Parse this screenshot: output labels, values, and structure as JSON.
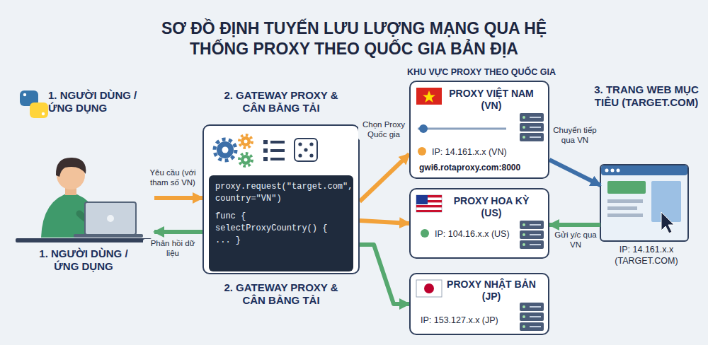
{
  "diagram": {
    "title": "SƠ ĐỒ ĐỊNH TUYẾN LƯU LƯỢNG MẠNG QUA HỆ THỐNG PROXY THEO QUỐC GIA BẢN ĐỊA",
    "nodes": [
      {
        "text": [
          "1. NGƯỜI DÙNG / ỨNG DỤNG",
          "1. NGƯỜI DÙNG / ỨNG DỤNG"
        ]
      },
      {
        "text": [
          "2. GATEWAY PROXY & CÂN BẰNG TẢI",
          "proxy.request(\"target.com\", country=\"VN\")",
          "func { selectProxyCountry() { ... }",
          "2. GATEWAY PROXY & CÂN BẰNG TẢI"
        ]
      },
      {
        "text": [
          "PROXY VIỆT NAM (VN)",
          "IP: 14.161.x.x (VN)",
          "gwi6.rotaproxy.com:8000"
        ]
      },
      {
        "text": [
          "PROXY HOA KỲ (US)",
          "IP: 104.16.x.x (US)"
        ]
      },
      {
        "text": [
          "PROXY NHẬT BẢN (JP)",
          "IP: 153.127.x.x (JP)"
        ]
      },
      {
        "text": [
          "3. TRANG WEB MỤC TIÊU (TARGET.COM)",
          "IP: 14.161.x.x (TARGET.COM)"
        ]
      }
    ],
    "edges": [
      {
        "from": 0,
        "to": 1,
        "arrow": "to",
        "label": "Yêu cầu (với tham số VN)"
      },
      {
        "from": 1,
        "to": 0,
        "arrow": "to",
        "label": "Phản hồi dữ liệu"
      },
      {
        "from": 1,
        "to": 2,
        "arrow": "to",
        "label": "Chọn Proxy Quốc gia"
      },
      {
        "from": 1,
        "to": 3,
        "arrow": "to"
      },
      {
        "from": 1,
        "to": 4,
        "arrow": "to"
      },
      {
        "from": 2,
        "to": 5,
        "arrow": "to",
        "label": "Chuyển tiếp qua VN"
      },
      {
        "from": 5,
        "to": 3,
        "arrow": "to",
        "label": "Gửi y/c qua VN"
      }
    ],
    "labels": [
      "KHU VỰC PROXY THEO QUỐC GIA"
    ]
  }
}
